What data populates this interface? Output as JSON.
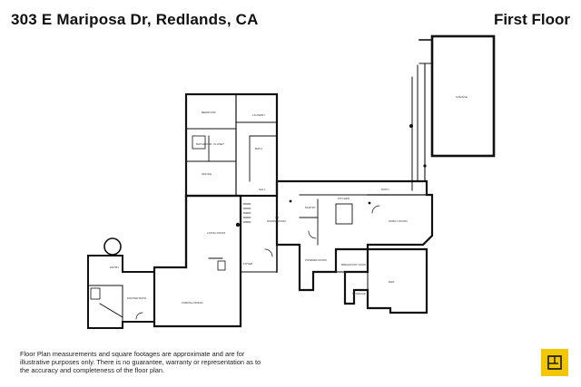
{
  "header": {
    "address": "303 E Mariposa Dr, Redlands, CA",
    "floor_name": "First Floor"
  },
  "disclaimer": "Floor Plan measurements and square footages are approximate and are for illustrative purposes only. There is no guarantee, warranty or representation as to the accuracy and completeness of the floor plan.",
  "rooms": [
    {
      "label": "BEDROOM"
    },
    {
      "label": "BATHROOM"
    },
    {
      "label": "CLOSET"
    },
    {
      "label": "LAUNDRY"
    },
    {
      "label": "OFFICE"
    },
    {
      "label": "BATH"
    },
    {
      "label": "HALL"
    },
    {
      "label": "LIVING ROOM"
    },
    {
      "label": "DINING ROOM"
    },
    {
      "label": "KITCHEN"
    },
    {
      "label": "PANTRY"
    },
    {
      "label": "FAMILY ROOM"
    },
    {
      "label": "GARAGE"
    },
    {
      "label": "FOYER"
    },
    {
      "label": "FORMAL DINING"
    },
    {
      "label": "PATIO"
    },
    {
      "label": "DEN"
    },
    {
      "label": "POWDER ROOM"
    },
    {
      "label": "BREAKFAST NOOK"
    },
    {
      "label": "STORAGE"
    },
    {
      "label": "ENTRY"
    },
    {
      "label": "MASTER BATH"
    }
  ],
  "colors": {
    "wall": "#111111",
    "text": "#111111",
    "badge": "#f2c700"
  },
  "icons": {
    "logo": "floorplan-logo-icon"
  }
}
